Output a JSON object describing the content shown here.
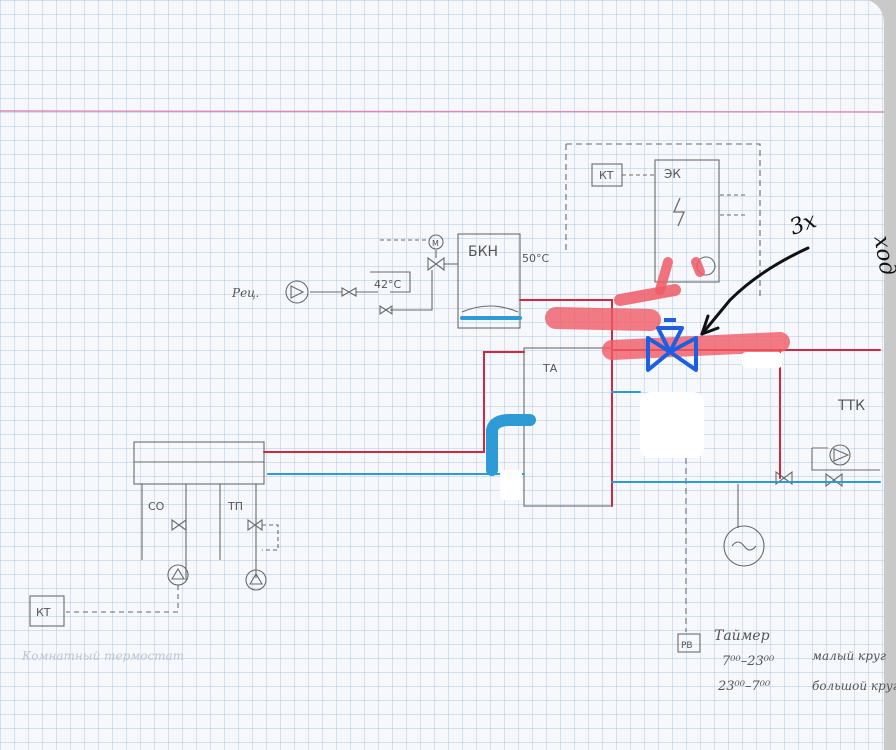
{
  "colors": {
    "paper": "#f7f8fb",
    "grid": "#aac4e2",
    "margin_line": "#d98ab8",
    "pencil": "#6a6a6a",
    "hot": "#d2283f",
    "cold": "#2e9ad6",
    "highlight_red": "#ef5a66",
    "valve_blue": "#1e5ee0",
    "marker_black": "#111111"
  },
  "labels": {
    "kt_top": "КТ",
    "ek": "ЭК",
    "bkn": "БКН",
    "temp_50": "50°С",
    "motor": "М",
    "temp_42": "42°С",
    "recirc": "Рец.",
    "ta": "ТА",
    "ttk": "ТТК",
    "co": "СО",
    "tp": "ТП",
    "kt_bottom": "КТ",
    "rv": "РВ",
    "timer": "Таймер",
    "schedule_day": "7⁰⁰–23⁰⁰",
    "schedule_night": "23⁰⁰–7⁰⁰",
    "small_loop": "малый круг",
    "big_loop": "большой круг",
    "faded_note": "Комнатный термостат",
    "marker_note_1": "3х",
    "marker_note_2": "ход"
  }
}
